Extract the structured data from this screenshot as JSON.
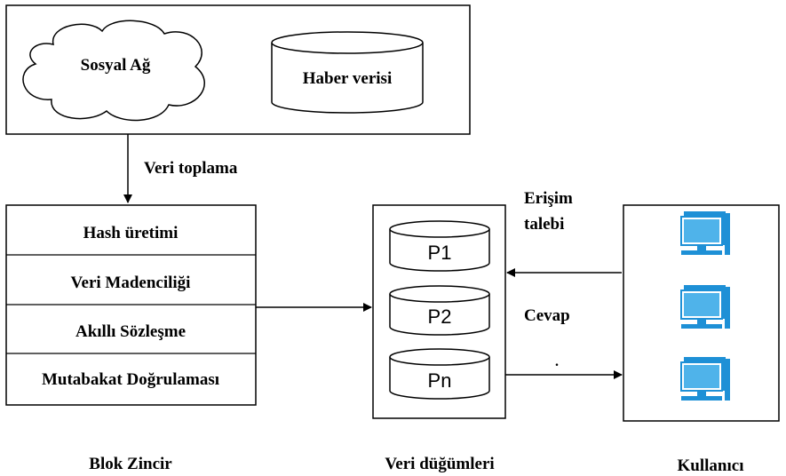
{
  "sources": {
    "social_network": "Sosyal Ağ",
    "news_data": "Haber verisi"
  },
  "arrows": {
    "data_collection": "Veri toplama",
    "access_request_line1": "Erişim",
    "access_request_line2": "talebi",
    "response": "Cevap",
    "dot": "."
  },
  "blockchain": {
    "layers": [
      "Hash üretimi",
      "Veri Madenciliği",
      "Akıllı Sözleşme",
      "Mutabakat Doğrulaması"
    ],
    "caption": "Blok Zincir"
  },
  "data_nodes": {
    "partitions": [
      "P1",
      "P2",
      "Pn"
    ],
    "caption": "Veri düğümleri"
  },
  "users": {
    "icons": [
      "computer-icon",
      "computer-icon",
      "computer-icon"
    ],
    "caption": "Kullanıcı",
    "icon_color": "#1e90d6"
  }
}
